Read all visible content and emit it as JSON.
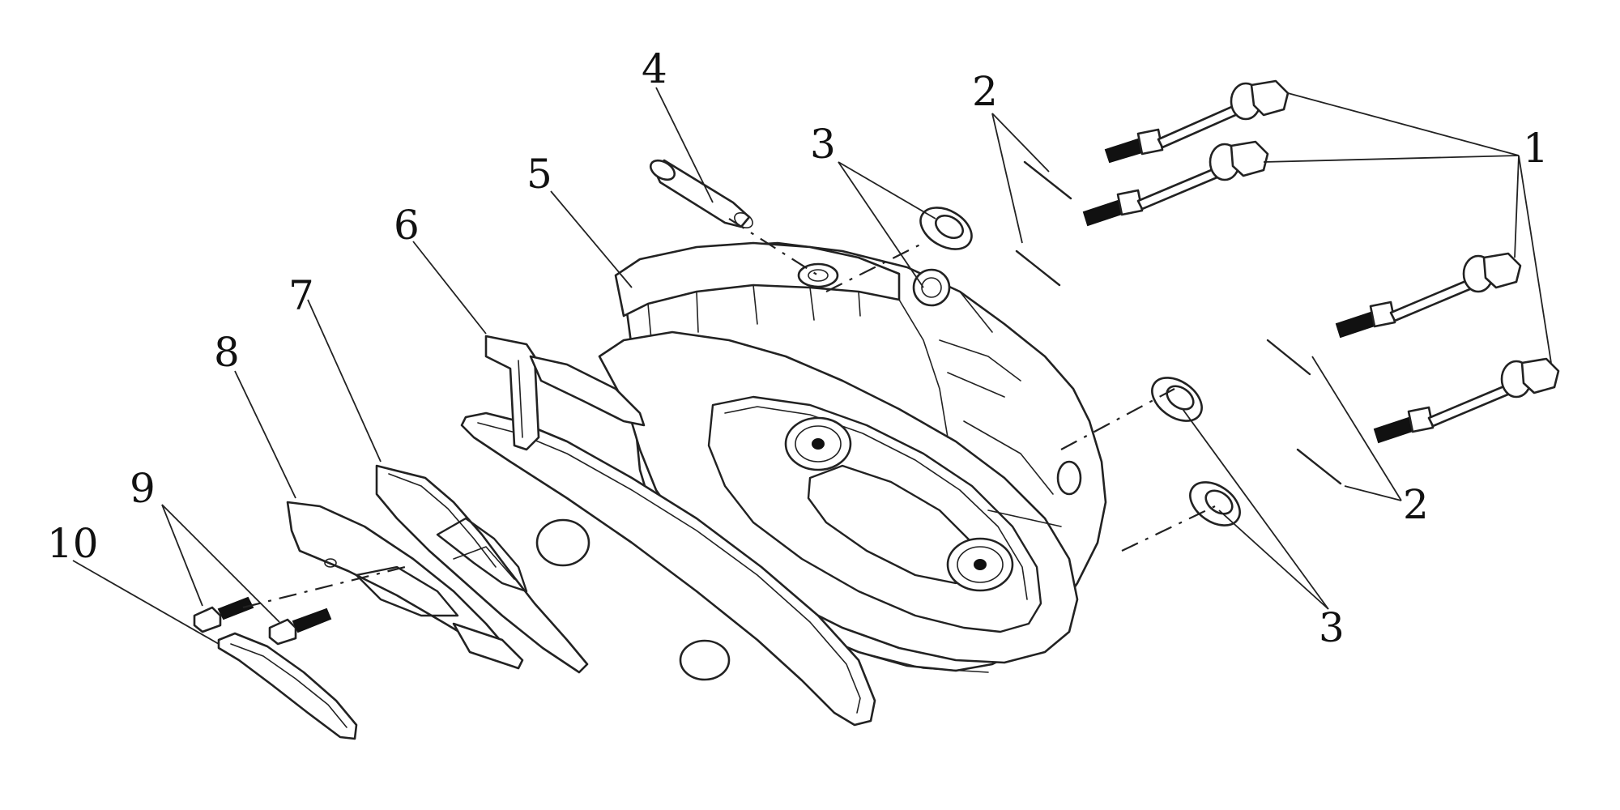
{
  "diagram": {
    "callouts": [
      {
        "id": "1",
        "text": "1"
      },
      {
        "id": "2a",
        "text": "2"
      },
      {
        "id": "2b",
        "text": "2"
      },
      {
        "id": "3a",
        "text": "3"
      },
      {
        "id": "3b",
        "text": "3"
      },
      {
        "id": "4",
        "text": "4"
      },
      {
        "id": "5",
        "text": "5"
      },
      {
        "id": "6",
        "text": "6"
      },
      {
        "id": "7",
        "text": "7"
      },
      {
        "id": "8",
        "text": "8"
      },
      {
        "id": "9",
        "text": "9"
      },
      {
        "id": "10",
        "text": "10"
      }
    ]
  }
}
